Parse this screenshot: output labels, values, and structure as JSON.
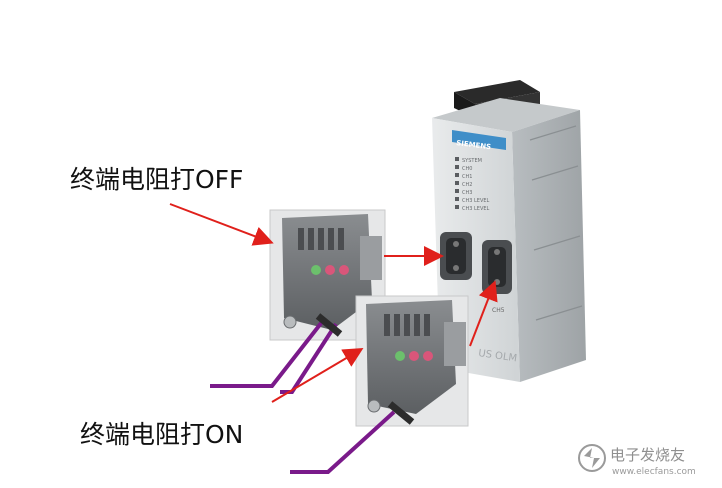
{
  "annotations": {
    "termination_off": "终端电阻打OFF",
    "termination_on": "终端电阻打ON"
  },
  "device": {
    "brand": "SIEMENS",
    "leds": [
      "SYSTEM",
      "CH0",
      "CH1",
      "CH2",
      "CH3",
      "CH3 LEVEL",
      "CH3 LEVEL"
    ],
    "model_fragment": "US OLM",
    "port_label": "CH5"
  },
  "watermark": {
    "name": "电子发烧友",
    "url": "www.elecfans.com"
  },
  "colors": {
    "arrow": "#e0201b",
    "cable": "#7a1a8a",
    "device_body": "#d9dcdd",
    "brand_plate": "#3f8ec8",
    "connector": "#6f7275"
  }
}
